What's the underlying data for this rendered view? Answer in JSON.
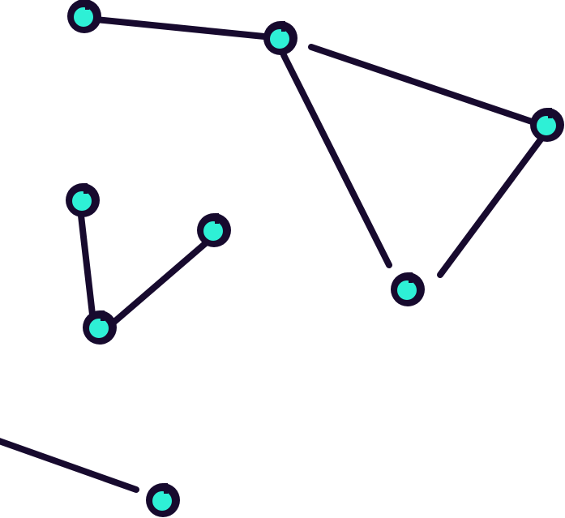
{
  "colors": {
    "background": "#ffffff",
    "ink": "#170a2e",
    "node_fill": "#2ef0d6"
  },
  "diagram": {
    "type": "node-link illustration",
    "nodes": [
      {
        "id": "n1"
      },
      {
        "id": "n2"
      },
      {
        "id": "n3"
      },
      {
        "id": "n4"
      },
      {
        "id": "n5"
      },
      {
        "id": "n6"
      },
      {
        "id": "n7"
      },
      {
        "id": "n8"
      }
    ],
    "edges": [
      {
        "from": "n1",
        "to": "n2"
      },
      {
        "from": "n2",
        "to": "n3"
      },
      {
        "from": "n2",
        "to": "n4"
      },
      {
        "from": "n3",
        "to": "n4"
      },
      {
        "from": "n5",
        "to": "n7"
      },
      {
        "from": "n6",
        "to": "n7"
      },
      {
        "from": "offscreen",
        "to": "n8"
      }
    ]
  }
}
